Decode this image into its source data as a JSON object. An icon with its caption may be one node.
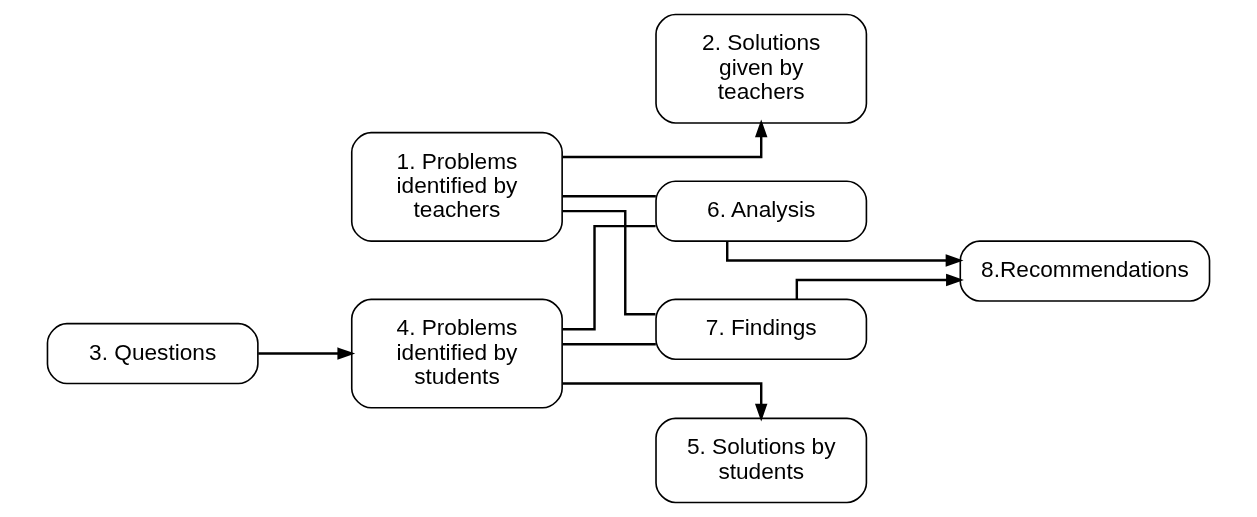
{
  "diagram": {
    "nodes": [
      {
        "text": [
          "1. Problems identified by teachers"
        ]
      },
      {
        "text": [
          "2. Solutions given by teachers"
        ]
      },
      {
        "text": [
          "3. Questions"
        ]
      },
      {
        "text": [
          "4. Problems identified by students"
        ]
      },
      {
        "text": [
          "5. Solutions by students"
        ]
      },
      {
        "text": [
          "6. Analysis"
        ]
      },
      {
        "text": [
          "7. Findings"
        ]
      },
      {
        "text": [
          "8.Recommendations"
        ]
      }
    ],
    "edges": [
      {
        "from": 0,
        "to": 1,
        "arrow": "to"
      },
      {
        "from": 2,
        "to": 3,
        "arrow": "to"
      },
      {
        "from": 0,
        "to": 5,
        "arrow": "none"
      },
      {
        "from": 0,
        "to": 6,
        "arrow": "none"
      },
      {
        "from": 3,
        "to": 5,
        "arrow": "none"
      },
      {
        "from": 3,
        "to": 6,
        "arrow": "none"
      },
      {
        "from": 3,
        "to": 4,
        "arrow": "to"
      },
      {
        "from": 5,
        "to": 7,
        "arrow": "to"
      },
      {
        "from": 6,
        "to": 7,
        "arrow": "to"
      }
    ]
  }
}
